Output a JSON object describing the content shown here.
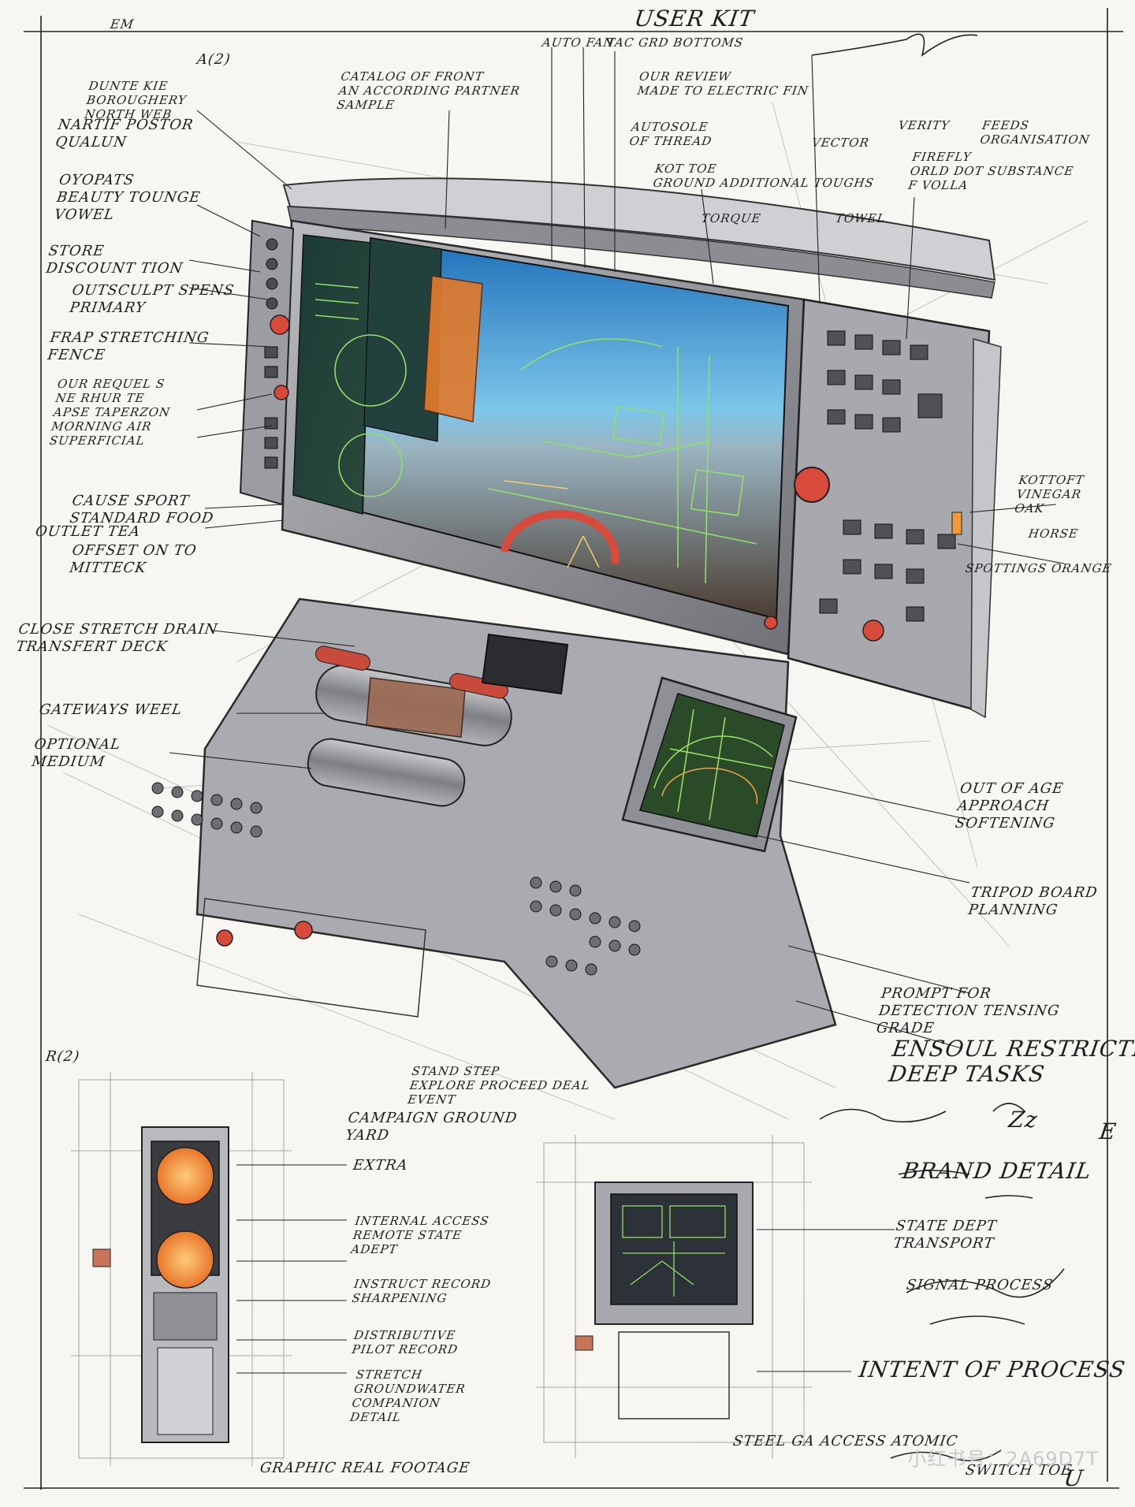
{
  "header": {
    "title": "USER KIT",
    "signature_note": "flourish"
  },
  "callouts_left": [
    "DUNTE KIE\nBOROUGHERY\nNORTH WEB",
    "NARTIF POSTOR\nQUALUN",
    "OYOPATS\nBEAUTY TOUNGE\nVOWEL",
    "STORE\nDISCOUNT TION",
    "OUTSCULPT SPENS\nPRIMARY",
    "FRAP STRETCHING\nFENCE",
    "OUR REQUEL S\nNE RHUR TE\nAPSE TAPERZON\nMORNING AIR\nSUPERFICIAL",
    "CAUSE SPORT\nSTANDARD FOOD",
    "OUTLET TEA",
    "OFFSET ON TO\nMITTECK",
    "CLOSE STRETCH DRAIN\nTRANSFERT DECK",
    "GATEWAYS WEEL",
    "OPTIONAL\nMEDIUM"
  ],
  "callouts_top": [
    "CATALOG OF FRONT\nAN ACCORDING PARTNER\nSAMPLE",
    "AUTO FAN",
    "TAC GRD BOTTOMS",
    "OUR REVIEW\nMADE TO ELECTRIC FIN",
    "AUTOSOLE\nOF THREAD",
    "KOT TOE\nGROUND ADDITIONAL TOUGHS",
    "TORQUE",
    "TOWEL",
    "VECTOR",
    "VERITY",
    "FEEDS\nORGANISATION",
    "FIREFLY\nORLD DOT SUBSTANCE\nF VOLLA"
  ],
  "callouts_right": [
    "KOTTOFT\nVINEGAR\nOAK",
    "HORSE",
    "SPOTTINGS ORANGE",
    "OUT OF AGE\nAPPROACH\nSOFTENING",
    "TRIPOD BOARD\nPLANNING",
    "PROMPT FOR\nDETECTION TENSING\nGRADE",
    "ENSOUL RESTRICTION\nDEEP TASKS",
    "STATE DEPT\nTRANSPORT",
    "INTENT OF PROCESS"
  ],
  "callouts_bottom": [
    "STAND STEP\nEXPLORE PROCEED DEAL\nEVENT",
    "CAMPAIGN GROUND\nYARD",
    "EXTRA",
    "INTERNAL ACCESS\nREMOTE STATE\nADEPT",
    "INSTRUCT RECORD\nSHARPENING",
    "DISTRIBUTIVE\nPILOT RECORD",
    "STRETCH\nGROUNDWATER\nCOMPANION\nDETAIL",
    "GRAPHIC REAL FOOTAGE",
    "STEEL GA ACCESS ATOMIC",
    "BRAND DETAIL",
    "SIGNAL PROCESS",
    "SWITCH TOE"
  ],
  "corner_notes": {
    "top_left": "EM",
    "panel_mark": "A(2)",
    "detail_left": "R(2)",
    "detail_a": "Zz",
    "detail_b": "E",
    "detail_c": "U"
  },
  "watermark": "小红书号：2A69D7T",
  "colors": {
    "paper": "#f7f6f2",
    "ink": "#1e1e1e",
    "metal": "#8e9096",
    "metal_dark": "#4a4c52",
    "screen_sky": "#3aa0d8",
    "screen_ground": "#5b4a3a",
    "hud_green": "#7cd35a",
    "warning_red": "#d84a3a",
    "amber": "#f39a3a"
  }
}
